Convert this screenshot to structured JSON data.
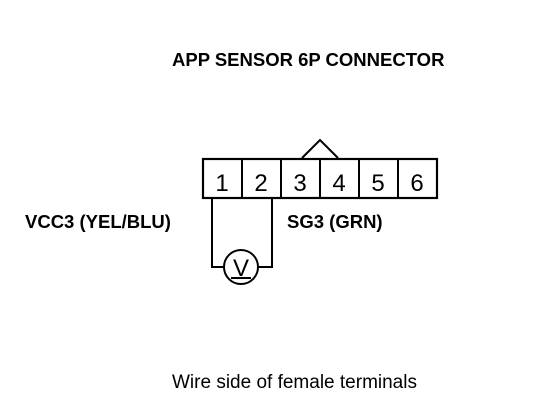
{
  "title": "APP SENSOR 6P CONNECTOR",
  "connector": {
    "pins": [
      "1",
      "2",
      "3",
      "4",
      "5",
      "6"
    ]
  },
  "wires": {
    "left_label": "VCC3 (YEL/BLU)",
    "right_label": "SG3 (GRN)"
  },
  "meter": {
    "symbol": "V"
  },
  "caption": "Wire side of female terminals"
}
